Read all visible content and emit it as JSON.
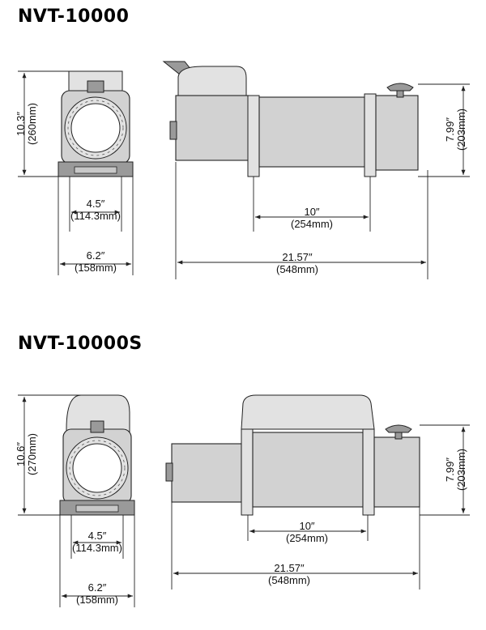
{
  "models": [
    {
      "title": "NVT-10000",
      "dims": {
        "height": {
          "value": "10.3″",
          "mm": "(260mm)"
        },
        "mount_front": {
          "value": "4.5″",
          "mm": "(114.3mm)"
        },
        "width": {
          "value": "6.2″",
          "mm": "(158mm)"
        },
        "mount_side": {
          "value": "10″",
          "mm": "(254mm)"
        },
        "length": {
          "value": "21.57″",
          "mm": "(548mm)"
        },
        "side_height": {
          "value": "7.99″",
          "mm": "(203mm)"
        }
      }
    },
    {
      "title": "NVT-10000S",
      "dims": {
        "height": {
          "value": "10.6″",
          "mm": "(270mm)"
        },
        "mount_front": {
          "value": "4.5″",
          "mm": "(114.3mm)"
        },
        "width": {
          "value": "6.2″",
          "mm": "(158mm)"
        },
        "mount_side": {
          "value": "10″",
          "mm": "(254mm)"
        },
        "length": {
          "value": "21.57″",
          "mm": "(548mm)"
        },
        "side_height": {
          "value": "7.99″",
          "mm": "(203mm)"
        }
      }
    }
  ]
}
